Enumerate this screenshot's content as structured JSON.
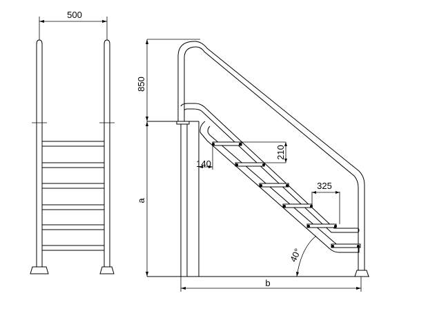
{
  "front_view": {
    "width_label": "500"
  },
  "side_view": {
    "height_label": "850",
    "rise_label": "210",
    "tread_label": "140",
    "going_label": "325",
    "depth_label": "a",
    "length_label": "b",
    "angle_label": "40°"
  }
}
